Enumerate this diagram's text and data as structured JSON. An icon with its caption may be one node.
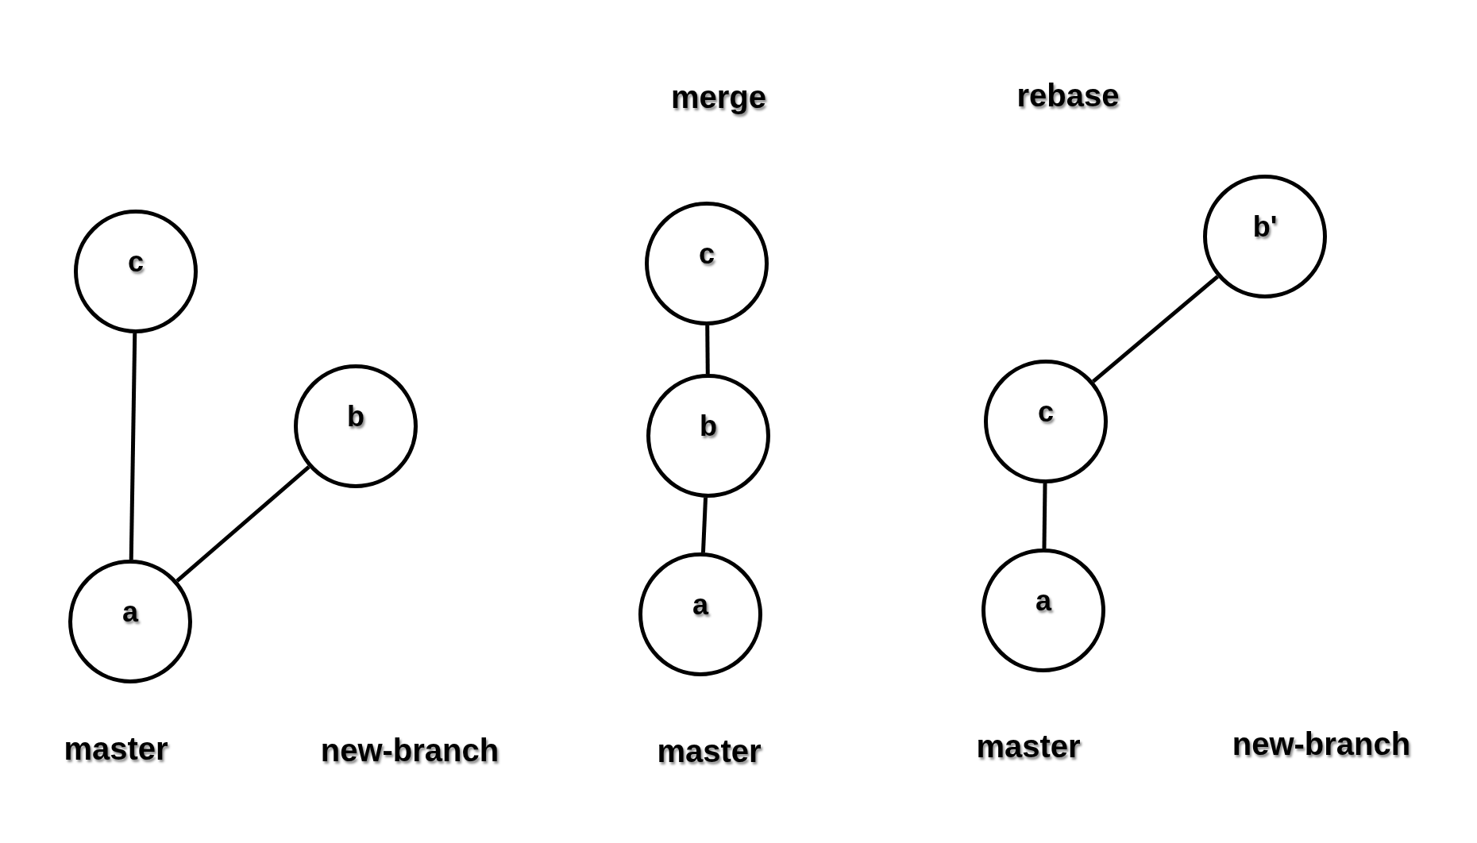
{
  "diagram": {
    "nodes": [
      {
        "text": [
          "c"
        ]
      },
      {
        "text": [
          "b"
        ]
      },
      {
        "text": [
          "a"
        ]
      },
      {
        "text": [
          "c"
        ]
      },
      {
        "text": [
          "b"
        ]
      },
      {
        "text": [
          "a"
        ]
      },
      {
        "text": [
          "b'"
        ]
      },
      {
        "text": [
          "c"
        ]
      },
      {
        "text": [
          "a"
        ]
      }
    ],
    "edges": [
      {
        "from": 0,
        "to": 2,
        "arrow": "none"
      },
      {
        "from": 2,
        "to": 1,
        "arrow": "none"
      },
      {
        "from": 3,
        "to": 4,
        "arrow": "none"
      },
      {
        "from": 4,
        "to": 5,
        "arrow": "none"
      },
      {
        "from": 7,
        "to": 6,
        "arrow": "none"
      },
      {
        "from": 8,
        "to": 7,
        "arrow": "none"
      }
    ],
    "labels": [
      "merge",
      "rebase",
      "master",
      "new-branch",
      "master",
      "master",
      "new-branch"
    ]
  }
}
